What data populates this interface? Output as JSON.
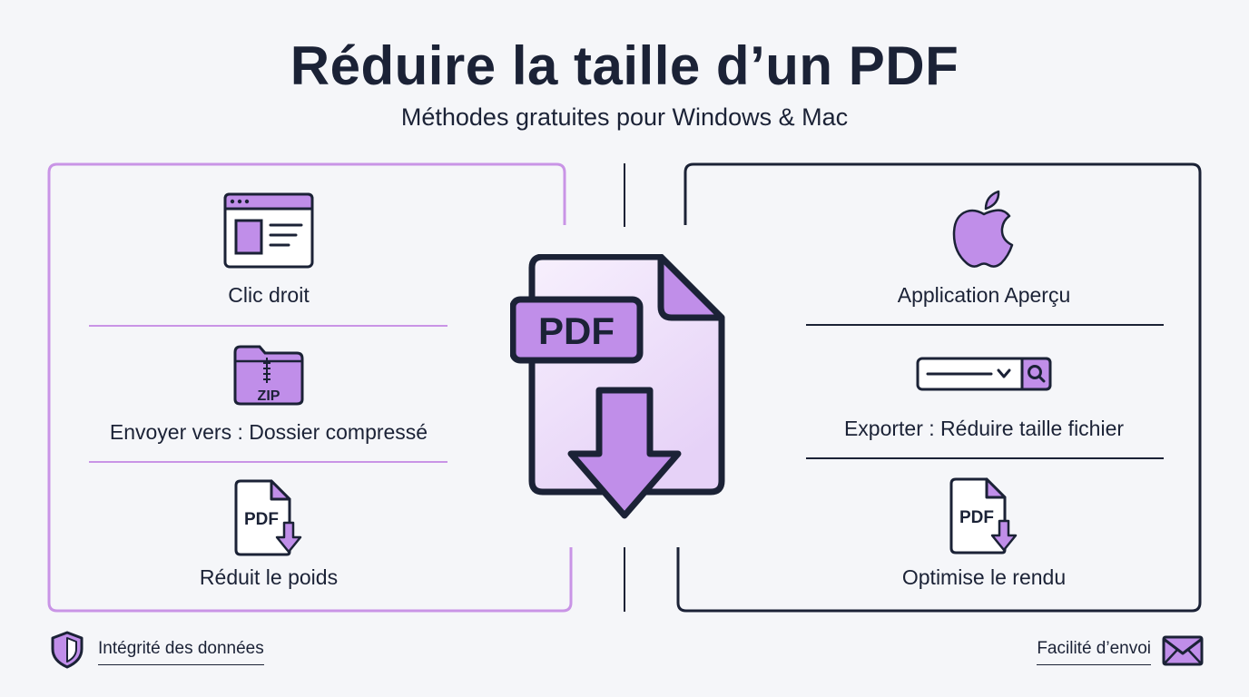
{
  "title": "Réduire la taille d’un PDF",
  "subtitle": "Méthodes gratuites pour Windows & Mac",
  "colors": {
    "accent": "#c08ee9",
    "accent_border": "#c994e6",
    "dark": "#1b2236",
    "background": "#f5f6f9"
  },
  "windows_panel": {
    "items": [
      {
        "icon": "browser-window-icon",
        "label": "Clic droit"
      },
      {
        "icon": "zip-folder-icon",
        "icon_text": "ZIP",
        "label": "Envoyer vers : Dossier compressé"
      },
      {
        "icon": "pdf-download-icon",
        "icon_text": "PDF",
        "label": "Réduit le poids"
      }
    ]
  },
  "center": {
    "icon": "pdf-download-icon",
    "icon_text": "PDF"
  },
  "mac_panel": {
    "items": [
      {
        "icon": "apple-icon",
        "label": "Application Aperçu"
      },
      {
        "icon": "search-bar-icon",
        "label": "Exporter : Réduire taille fichier"
      },
      {
        "icon": "pdf-download-icon",
        "icon_text": "PDF",
        "label": "Optimise le rendu"
      }
    ]
  },
  "footer": {
    "left": {
      "icon": "shield-icon",
      "label": "Intégrité des données"
    },
    "right": {
      "icon": "envelope-icon",
      "label": "Facilité d’envoi"
    }
  }
}
